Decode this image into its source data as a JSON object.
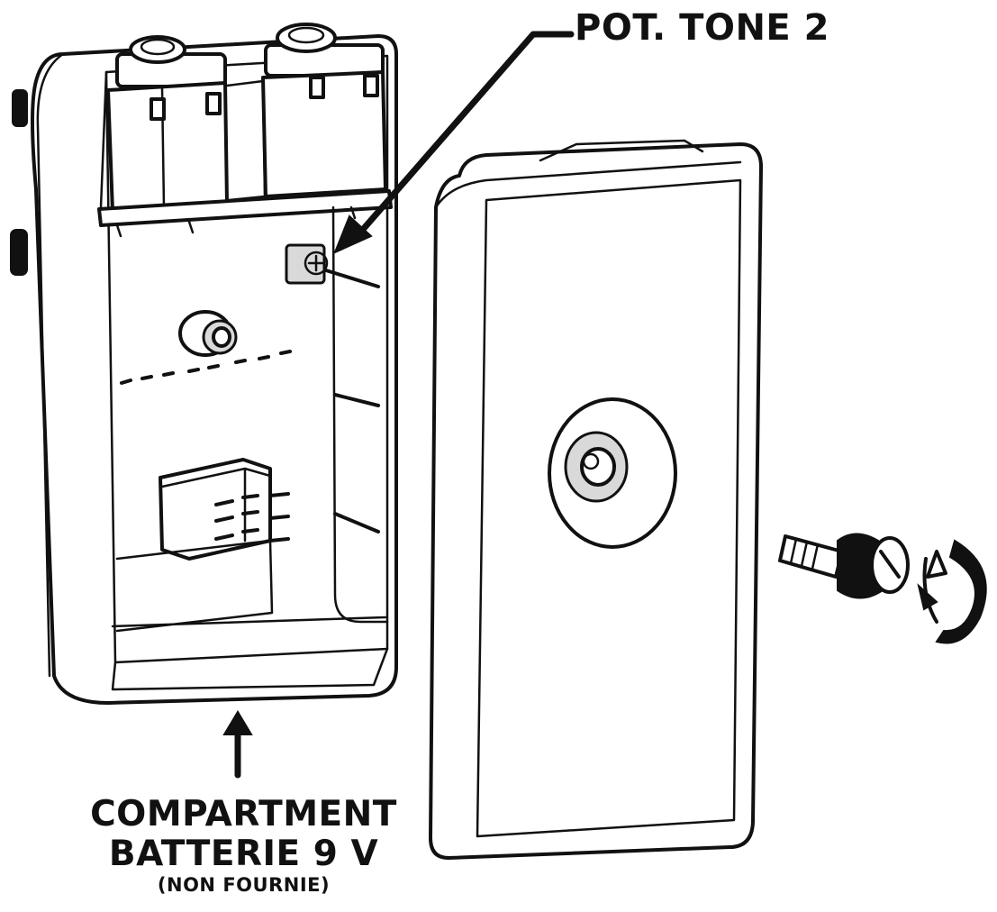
{
  "labels": {
    "pot_tone": "POT. TONE 2",
    "compartment_line1": "COMPARTMENT",
    "compartment_line2": "BATTERIE 9 V",
    "compartment_note": "(NON FOURNIE)"
  },
  "colors": {
    "ink": "#111111",
    "background": "#ffffff",
    "shade": "#d9d9d9"
  },
  "icons": [
    "rotate-arrow-icon",
    "thumbscrew-icon"
  ]
}
